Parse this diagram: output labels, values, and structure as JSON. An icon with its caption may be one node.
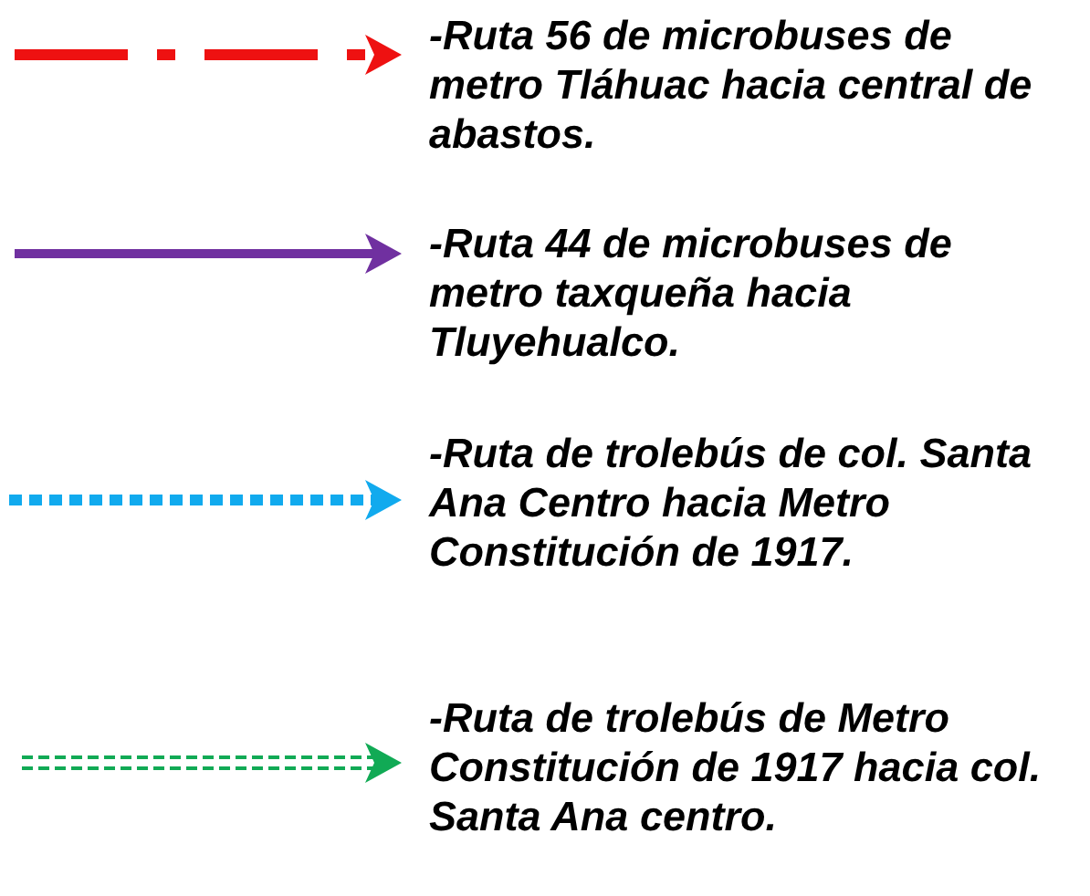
{
  "diagram": {
    "legend": [
      {
        "text": "-Ruta 56 de microbuses de metro Tláhuac hacia central de abastos."
      },
      {
        "text": "-Ruta 44 de microbuses de metro taxqueña hacia Tluyehualco."
      },
      {
        "text": "-Ruta de trolebús de col. Santa Ana Centro hacia Metro Constitución de 1917."
      },
      {
        "text": "-Ruta de trolebús de Metro Constitución de 1917 hacia col. Santa Ana centro."
      }
    ]
  }
}
